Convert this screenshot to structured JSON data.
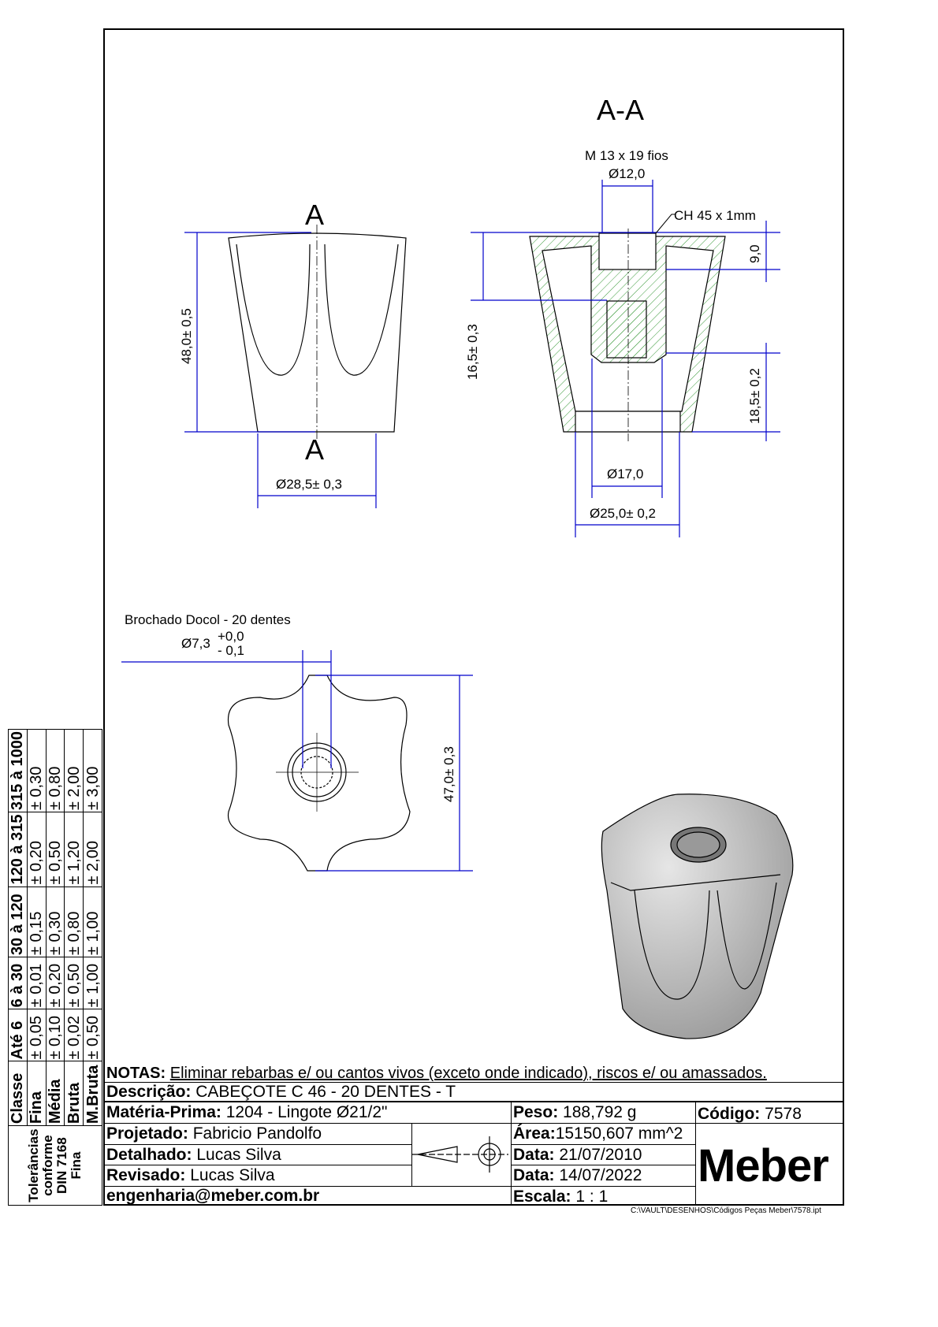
{
  "section_view": {
    "title": "A-A",
    "thread": "M 13 x 19 fios",
    "d_thread": "Ø12,0",
    "chamfer": "CH 45 x 1mm",
    "depth": "9,0",
    "d_inner": "Ø17,0",
    "d_base": "Ø25,0± 0,2",
    "h_thread": "16,5± 0,3",
    "h_bottom": "18,5± 0,2"
  },
  "front_view": {
    "cut_label_top": "A",
    "cut_label_bottom": "A",
    "height": "48,0± 0,5",
    "d_base": "Ø28,5± 0,3"
  },
  "top_view": {
    "broach_note": "Brochado Docol - 20 dentes",
    "d_broach": "Ø7,3",
    "tol_plus": "+0,0",
    "tol_minus": "- 0,1",
    "width": "47,0± 0,3"
  },
  "tolerances": {
    "side_label": [
      "Tolerâncias",
      "conforme",
      "DIN 7168",
      "Fina"
    ],
    "header": [
      "Classe",
      "Até 6",
      "6 à 30",
      "30 à 120",
      "120 à 315",
      "315 à 1000"
    ],
    "rows": [
      [
        "Fina",
        "± 0,05",
        "± 0,01",
        "± 0,15",
        "± 0,20",
        "± 0,30"
      ],
      [
        "Média",
        "± 0,10",
        "± 0,20",
        "± 0,30",
        "± 0,50",
        "± 0,80"
      ],
      [
        "Bruta",
        "± 0,02",
        "± 0,50",
        "± 0,80",
        "± 1,20",
        "± 2,00"
      ],
      [
        "M.Bruta",
        "± 0,50",
        "± 1,00",
        "± 1,00",
        "± 2,00",
        "± 3,00"
      ]
    ]
  },
  "title_block": {
    "notes_label": "NOTAS:",
    "notes": "Eliminar rebarbas e/ ou cantos vivos (exceto onde indicado), riscos e/ ou amassados.",
    "desc_label": "Descrição:",
    "desc": "CABEÇOTE C 46 - 20 DENTES - T",
    "material_label": "Matéria-Prima:",
    "material": "1204 - Lingote Ø21/2\"",
    "weight_label": "Peso:",
    "weight": "188,792 g",
    "code_label": "Código:",
    "code": "7578",
    "designed_label": "Projetado:",
    "designed": "Fabricio Pandolfo",
    "area_label": "Área:",
    "area": "15150,607 mm^2",
    "detailed_label": "Detalhado:",
    "detailed": "Lucas Silva",
    "date1_label": "Data:",
    "date1": "21/07/2010",
    "revised_label": "Revisado:",
    "revised": "Lucas Silva",
    "date2_label": "Data:",
    "date2": "14/07/2022",
    "email": "engenharia@meber.com.br",
    "scale_label": "Escala:",
    "scale": "1 : 1",
    "logo": "Meber"
  },
  "file_path": "C:\\VAULT\\DESENHOS\\Códigos Peças Meber\\7578.ipt"
}
